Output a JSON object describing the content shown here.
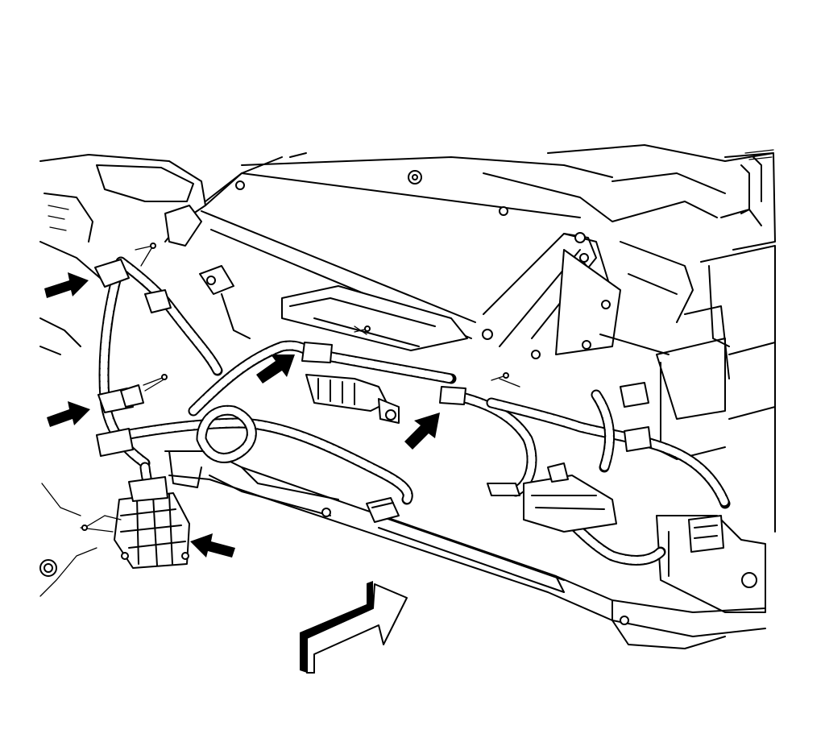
{
  "diagram": {
    "type": "technical-line-illustration",
    "subject": "instrument-panel-wiring-harness",
    "style": "black line art on white",
    "colors": {
      "line": "#000000",
      "background": "#ffffff"
    },
    "callout_arrows": [
      {
        "id": "left-upper",
        "direction": "right"
      },
      {
        "id": "left-middle",
        "direction": "right"
      },
      {
        "id": "connector-lower",
        "direction": "left"
      },
      {
        "id": "center-upper",
        "direction": "up-right"
      },
      {
        "id": "center-lower",
        "direction": "up-right"
      }
    ],
    "view_arrow": {
      "direction": "up-right"
    }
  }
}
